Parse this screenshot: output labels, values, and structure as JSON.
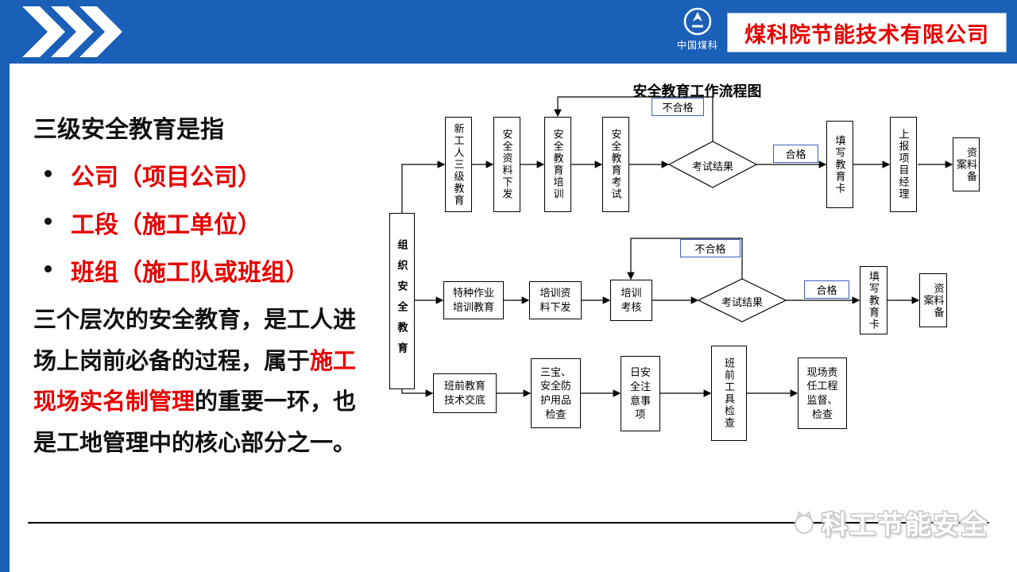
{
  "header": {
    "logo_text": "中国煤科",
    "company_name": "煤科院节能技术有限公司"
  },
  "left_panel": {
    "heading": "三级安全教育是指",
    "bullets": [
      "公司（项目公司）",
      "工段（施工单位）",
      "班组（施工队或班组）"
    ],
    "paragraph_part1": "三个层次的安全教育，是工人进场上岗前必备的过程，属于",
    "paragraph_highlight": "施工现场实名制管理",
    "paragraph_part2": "的重要一环，也是工地管理中的核心部分之一。"
  },
  "flowchart": {
    "title": "安全教育工作流程图",
    "org_label": "组织安全教育",
    "row1": {
      "steps": [
        "新工人三级教育",
        "安全资料下发",
        "安全教育培训",
        "安全教育考试"
      ],
      "decision": "考试结果",
      "fail_label": "不合格",
      "pass_label": "合格",
      "after": [
        "填写教育卡",
        "上报项目经理",
        "资料备案"
      ]
    },
    "row2": {
      "steps": [
        "特种作业培训教育",
        "培训资料下发",
        "培训考核"
      ],
      "decision": "考试结果",
      "fail_label": "不合格",
      "pass_label": "合格",
      "after": [
        "填写教育卡",
        "资料备案"
      ]
    },
    "row3": {
      "steps": [
        "班前教育技术交底",
        "三宝、安全防护用品检查",
        "日安全注意事项",
        "班前工具检查",
        "现场责任工程监督、检查"
      ]
    }
  },
  "footer": {
    "watermark": "科工节能安全"
  },
  "colors": {
    "brand_blue": "#1a5fb8",
    "accent_red": "#e60000",
    "flow_box_border": "#000000",
    "label_border_blue": "#3d5fc0"
  }
}
